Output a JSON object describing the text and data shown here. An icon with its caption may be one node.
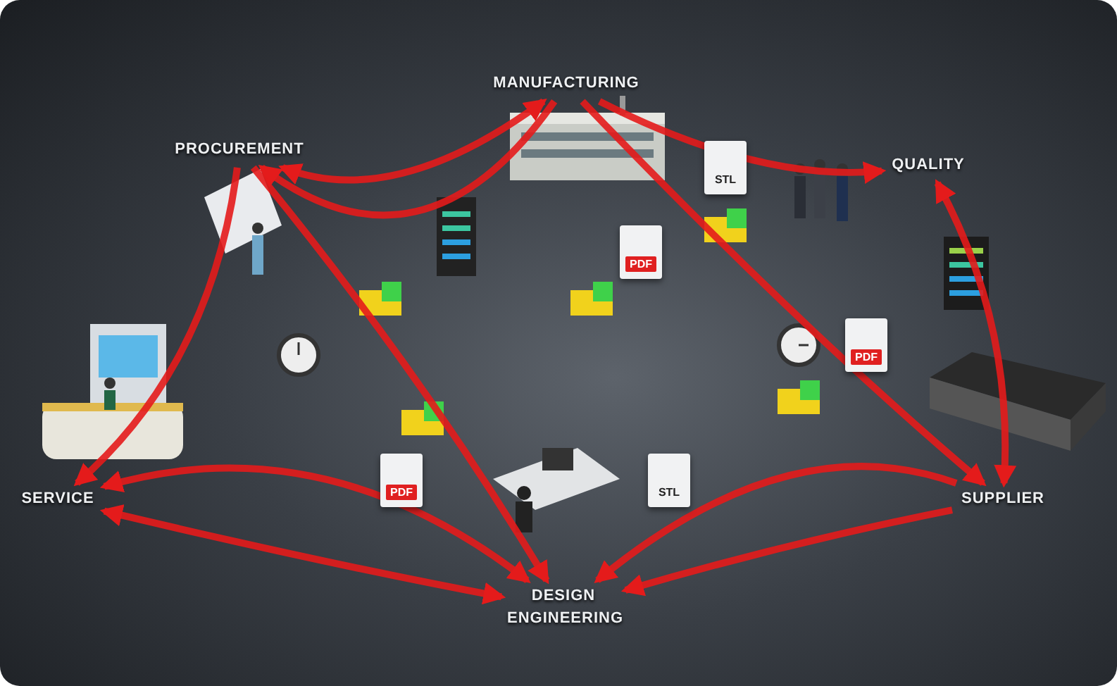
{
  "diagram": {
    "nodes": [
      {
        "text": [
          "MANUFACTURING"
        ]
      },
      {
        "text": [
          "PROCUREMENT"
        ]
      },
      {
        "text": [
          "QUALITY"
        ]
      },
      {
        "text": [
          "SERVICE"
        ]
      },
      {
        "text": [
          "SUPPLIER"
        ]
      },
      {
        "text": [
          "DESIGN ENGINEERING"
        ]
      }
    ],
    "edges": [
      {
        "from": 0,
        "to": 1,
        "arrow": "both"
      },
      {
        "from": 0,
        "to": 1,
        "arrow": "to"
      },
      {
        "from": 0,
        "to": 2,
        "arrow": "to"
      },
      {
        "from": 2,
        "to": 4,
        "arrow": "both"
      },
      {
        "from": 4,
        "to": 5,
        "arrow": "to"
      },
      {
        "from": 4,
        "to": 5,
        "arrow": "to"
      },
      {
        "from": 5,
        "to": 3,
        "arrow": "both"
      },
      {
        "from": 5,
        "to": 3,
        "arrow": "both"
      },
      {
        "from": 1,
        "to": 5,
        "arrow": "to"
      },
      {
        "from": 1,
        "to": 3,
        "arrow": "to"
      },
      {
        "from": 0,
        "to": 4,
        "arrow": "to"
      }
    ],
    "labels": [
      "STL",
      "PDF",
      "PDF",
      "STL",
      "PDF"
    ]
  }
}
